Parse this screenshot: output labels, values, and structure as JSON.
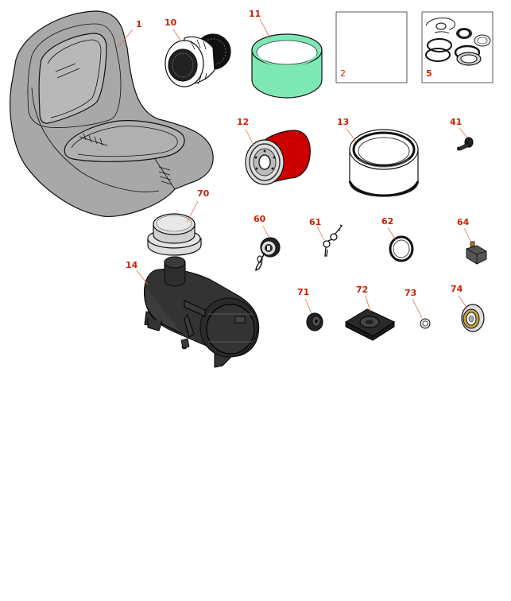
{
  "diagram": {
    "parts": [
      {
        "id": "1",
        "name": "seat"
      },
      {
        "id": "10",
        "name": "air-filter-element"
      },
      {
        "id": "11",
        "name": "pre-filter-sleeve"
      },
      {
        "id": "2",
        "name": "document-sheet"
      },
      {
        "id": "5",
        "name": "seal-kit"
      },
      {
        "id": "12",
        "name": "oil-filter"
      },
      {
        "id": "13",
        "name": "air-filter-cartridge"
      },
      {
        "id": "41",
        "name": "valve-stem"
      },
      {
        "id": "70",
        "name": "filter-cap"
      },
      {
        "id": "60",
        "name": "ignition-switch-with-keys"
      },
      {
        "id": "61",
        "name": "key-set"
      },
      {
        "id": "62",
        "name": "o-ring"
      },
      {
        "id": "64",
        "name": "micro-switch"
      },
      {
        "id": "14",
        "name": "air-cleaner-assembly"
      },
      {
        "id": "71",
        "name": "grommet"
      },
      {
        "id": "72",
        "name": "mount-plate"
      },
      {
        "id": "73",
        "name": "washer"
      },
      {
        "id": "74",
        "name": "bearing"
      }
    ]
  }
}
